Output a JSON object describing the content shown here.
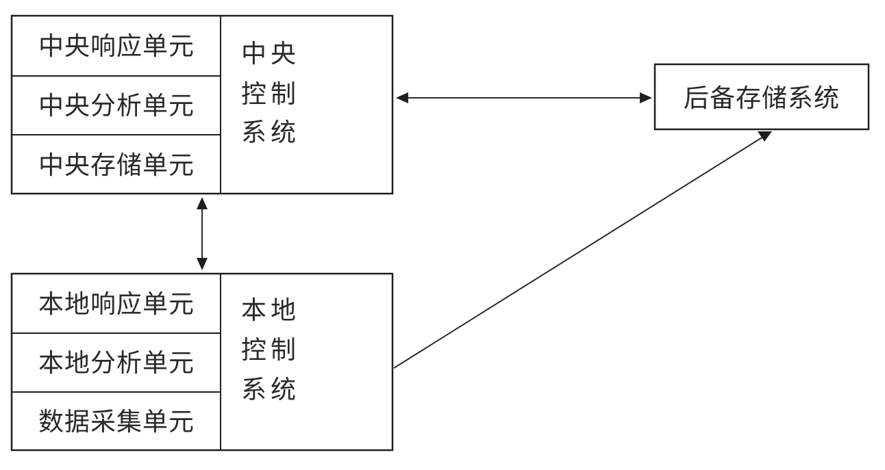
{
  "central_system": {
    "label_lines": [
      "中央",
      "控制",
      "系统"
    ],
    "units": [
      "中央响应单元",
      "中央分析单元",
      "中央存储单元"
    ]
  },
  "local_system": {
    "label_lines": [
      "本地",
      "控制",
      "系统"
    ],
    "units": [
      "本地响应单元",
      "本地分析单元",
      "数据采集单元"
    ]
  },
  "backup_system": {
    "label": "后备存储系统"
  }
}
